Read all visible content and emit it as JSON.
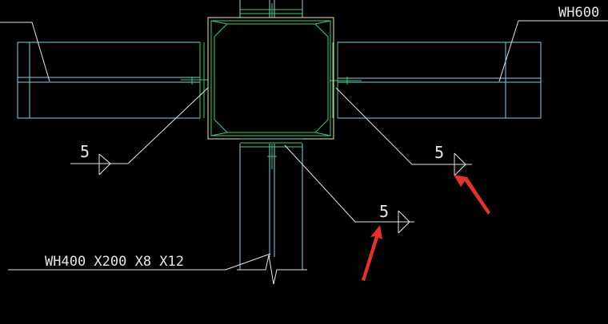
{
  "drawing": {
    "labels": {
      "beam_right": "WH600",
      "beam_bottom": "WH400 X200 X8 X12",
      "weld_left": "5",
      "weld_right": "5",
      "weld_bottom": "5"
    },
    "colors": {
      "background": "#000000",
      "cyan": "#7fd3e6",
      "green": "#35d06a",
      "yellow": "#e8e6a8",
      "white": "#e6e6e6",
      "arrow_red": "#e8302a"
    }
  }
}
